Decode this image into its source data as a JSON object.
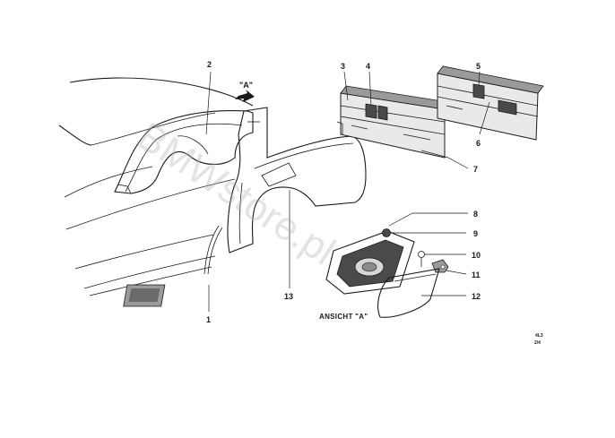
{
  "diagram": {
    "view_label": "\"A\"",
    "view_caption": "ANSICHT \"A\"",
    "ref_code": "4L3",
    "page_ref": "2/4",
    "watermark": "BMWstore.pl",
    "callouts": [
      {
        "id": "1",
        "label": "1"
      },
      {
        "id": "2",
        "label": "2"
      },
      {
        "id": "3",
        "label": "3"
      },
      {
        "id": "4",
        "label": "4"
      },
      {
        "id": "5",
        "label": "5"
      },
      {
        "id": "6",
        "label": "6"
      },
      {
        "id": "7",
        "label": "7"
      },
      {
        "id": "8",
        "label": "8"
      },
      {
        "id": "9",
        "label": "9"
      },
      {
        "id": "10",
        "label": "10"
      },
      {
        "id": "11",
        "label": "11"
      },
      {
        "id": "12",
        "label": "12"
      },
      {
        "id": "13",
        "label": "13"
      }
    ]
  }
}
